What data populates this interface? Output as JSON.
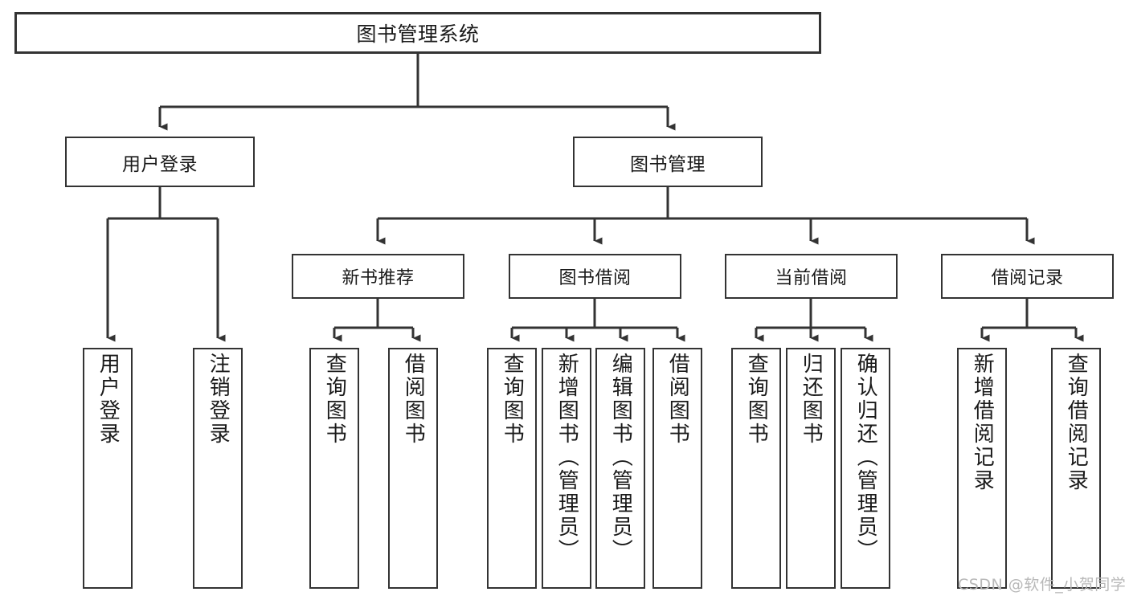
{
  "diagram": {
    "title": "图书管理系统",
    "type": "tree",
    "colors": {
      "box_border": "#333333",
      "box_fill": "#ffffff",
      "connector": "#333333",
      "text": "#1a1a1a",
      "watermark": "#b8b8b8"
    },
    "nodes": {
      "root": {
        "label": "图书管理系统"
      },
      "level2": [
        {
          "label": "用户登录"
        },
        {
          "label": "图书管理"
        }
      ],
      "level3": [
        {
          "label": "新书推荐"
        },
        {
          "label": "图书借阅"
        },
        {
          "label": "当前借阅"
        },
        {
          "label": "借阅记录"
        }
      ],
      "leaves": {
        "user_login": [
          {
            "label": "用户登录"
          },
          {
            "label": "注销登录"
          }
        ],
        "new_book_recommend": [
          {
            "label": "查询图书"
          },
          {
            "label": "借阅图书"
          }
        ],
        "book_borrow": [
          {
            "label": "查询图书"
          },
          {
            "label": "新增图书（管理员）"
          },
          {
            "label": "编辑图书（管理员）"
          },
          {
            "label": "借阅图书"
          }
        ],
        "current_borrow": [
          {
            "label": "查询图书"
          },
          {
            "label": "归还图书"
          },
          {
            "label": "确认归还（管理员）"
          }
        ],
        "borrow_record": [
          {
            "label": "新增借阅记录"
          },
          {
            "label": "查询借阅记录"
          }
        ]
      }
    }
  },
  "watermark": {
    "text": "CSDN @软件_小贺同学"
  }
}
